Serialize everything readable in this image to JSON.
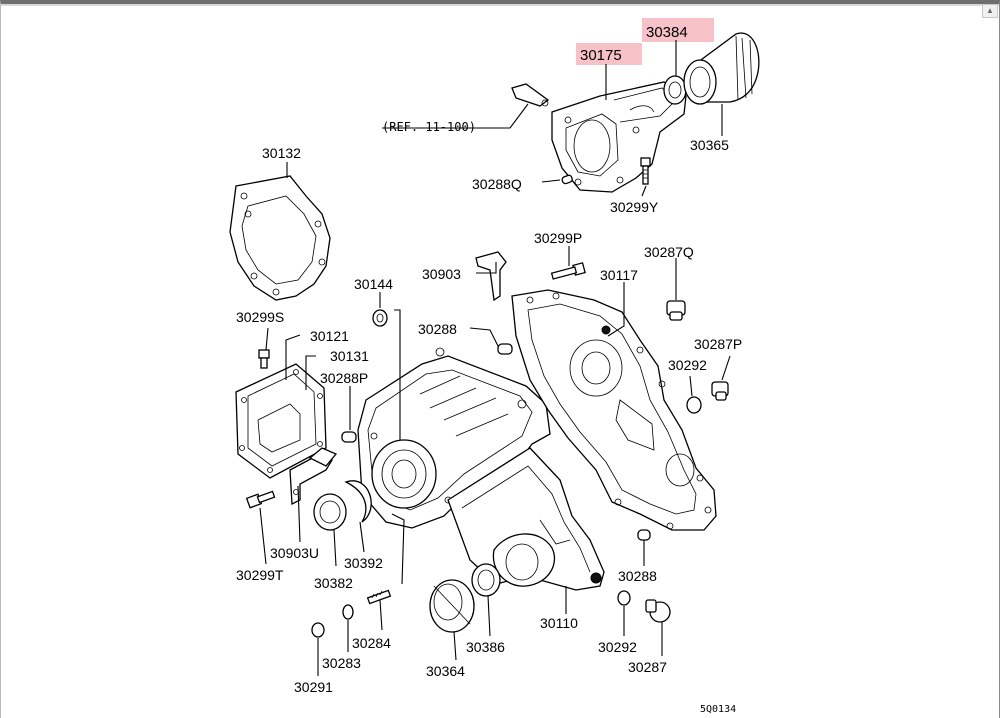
{
  "highlight_color": "#f7c1c8",
  "labels": {
    "p30384": "30384",
    "p30175": "30175",
    "p30365": "30365",
    "ref": "(REF. 11-100)",
    "p30288Q": "30288Q",
    "p30299Y": "30299Y",
    "p30132": "30132",
    "p30299P": "30299P",
    "p30287Q": "30287Q",
    "p30903": "30903",
    "p30117": "30117",
    "p30144": "30144",
    "p30288": "30288",
    "p30287P": "30287P",
    "p30299S": "30299S",
    "p30121": "30121",
    "p30131": "30131",
    "p30288P": "30288P",
    "p30292a": "30292",
    "p30903U": "30903U",
    "p30392": "30392",
    "p30299T": "30299T",
    "p30382": "30382",
    "p30288b": "30288",
    "p30284": "30284",
    "p30110": "30110",
    "p30292b": "30292",
    "p30386": "30386",
    "p30283": "30283",
    "p30364": "30364",
    "p30287": "30287",
    "p30291": "30291",
    "diagram_code": "5Q0134"
  }
}
